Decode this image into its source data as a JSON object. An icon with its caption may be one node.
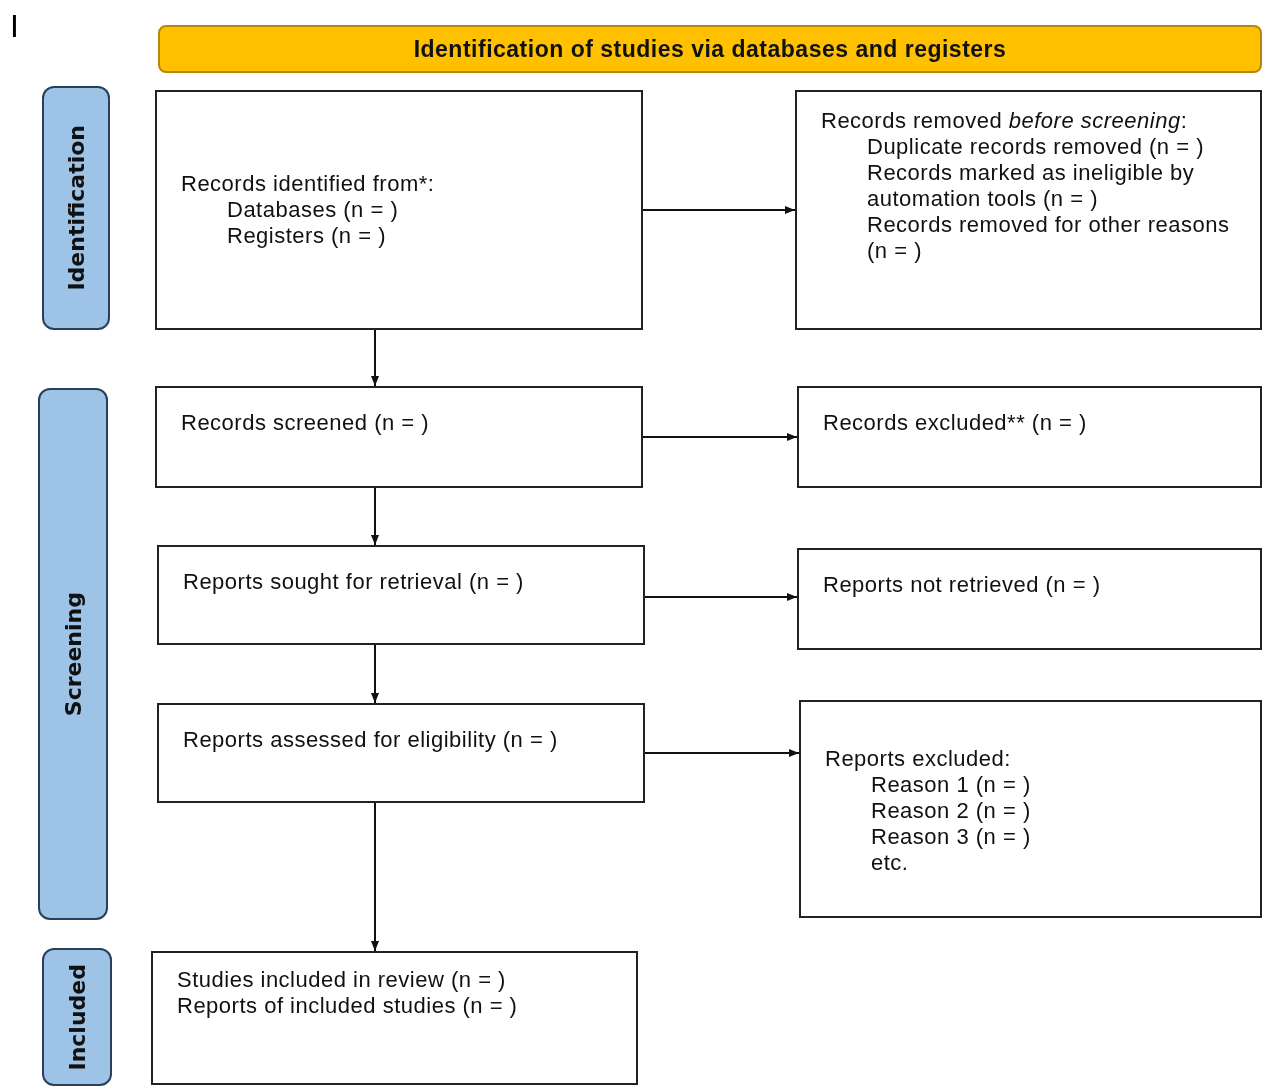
{
  "diagram": {
    "nodes": [
      {
        "text": [
          "Identification of studies via databases and registers"
        ]
      },
      {
        "text": [
          "Identification"
        ]
      },
      {
        "text": [
          "Screening"
        ]
      },
      {
        "text": [
          "Included"
        ]
      },
      {
        "text": [
          "Records identified from*:",
          "Databases (n = )",
          "Registers (n = )"
        ]
      },
      {
        "text": [
          "Records removed *before screening*:",
          "Duplicate records removed (n = )",
          "Records marked as ineligible by automation tools (n = )",
          "Records removed for other reasons (n = )"
        ]
      },
      {
        "text": [
          "Records screened (n = )"
        ]
      },
      {
        "text": [
          "Records excluded** (n = )"
        ]
      },
      {
        "text": [
          "Reports sought for retrieval (n = )"
        ]
      },
      {
        "text": [
          "Reports not retrieved (n = )"
        ]
      },
      {
        "text": [
          "Reports assessed for eligibility (n = )"
        ]
      },
      {
        "text": [
          "Reports excluded:",
          "Reason 1 (n = )",
          "Reason 2 (n = )",
          "Reason 3 (n = )",
          "etc."
        ]
      },
      {
        "text": [
          "Studies included in review (n = )",
          "Reports of included studies (n = )"
        ]
      }
    ],
    "edges": [
      {
        "from": 4,
        "to": 5,
        "arrow": "to"
      },
      {
        "from": 4,
        "to": 6,
        "arrow": "to"
      },
      {
        "from": 6,
        "to": 7,
        "arrow": "to"
      },
      {
        "from": 6,
        "to": 8,
        "arrow": "to"
      },
      {
        "from": 8,
        "to": 9,
        "arrow": "to"
      },
      {
        "from": 8,
        "to": 10,
        "arrow": "to"
      },
      {
        "from": 10,
        "to": 11,
        "arrow": "to"
      },
      {
        "from": 10,
        "to": 12,
        "arrow": "to"
      }
    ],
    "labels": [
      "I"
    ]
  }
}
